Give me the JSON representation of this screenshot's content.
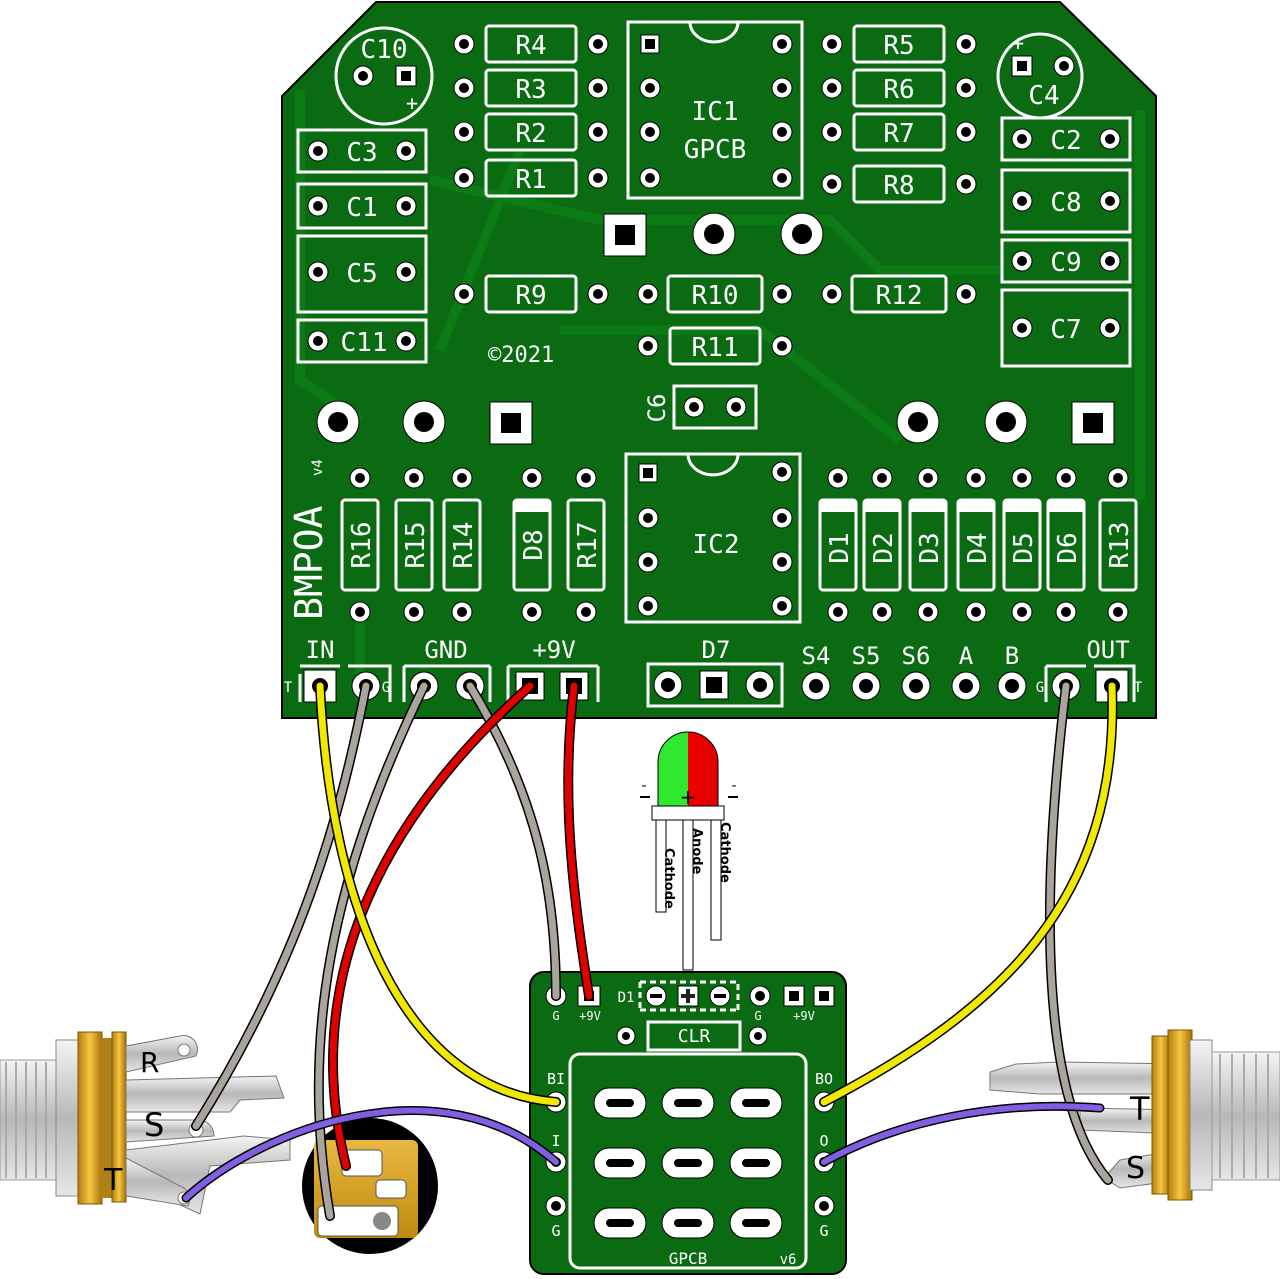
{
  "main_board": {
    "name": "BMPOA",
    "version": "v4",
    "ic1": [
      "IC1",
      "GPCB"
    ],
    "ic2": "IC2",
    "copyright": "©2021",
    "resistors_top": [
      "R4",
      "R3",
      "R2",
      "R1",
      "R5",
      "R6",
      "R7",
      "R8"
    ],
    "mid_parts": [
      "R9",
      "R10",
      "R12",
      "R11",
      "C6"
    ],
    "caps_left": [
      "C3",
      "C1",
      "C5",
      "C11"
    ],
    "caps_right": [
      "C2",
      "C8",
      "C9",
      "C7"
    ],
    "electrolytic": [
      "C10",
      "C4"
    ],
    "polarity_plus": "+",
    "vertical_parts": [
      "R16",
      "R15",
      "R14",
      "D8",
      "R17",
      "D1",
      "D2",
      "D3",
      "D4",
      "D5",
      "D6",
      "R13"
    ],
    "header_labels": [
      "IN",
      "GND",
      "+9V",
      "D7",
      "S4",
      "S5",
      "S6",
      "A",
      "B",
      "OUT"
    ],
    "pin_letters": {
      "t": "T",
      "g": "G"
    }
  },
  "led": {
    "minus": "-",
    "plus": "+",
    "legs": [
      "Cathode",
      "Anode",
      "Cathode"
    ]
  },
  "footswitch_board": {
    "top_labels": {
      "g": "G",
      "v9": "+9V",
      "d1": "D1",
      "clr": "CLR"
    },
    "side_left": [
      "BI",
      "I",
      "G"
    ],
    "side_right": [
      "BO",
      "O",
      "G"
    ],
    "name": "GPCB",
    "version": "v6"
  },
  "input_jack": {
    "r": "R",
    "s": "S",
    "t": "T"
  },
  "output_jack": {
    "t": "T",
    "s": "S"
  },
  "colors": {
    "pcb": "#0a6b12",
    "wire_yellow": "#f0e800",
    "wire_red": "#e00000",
    "wire_grey": "#aaa59c",
    "wire_purple": "#8060e0",
    "jack_brass": "#d9a520"
  }
}
